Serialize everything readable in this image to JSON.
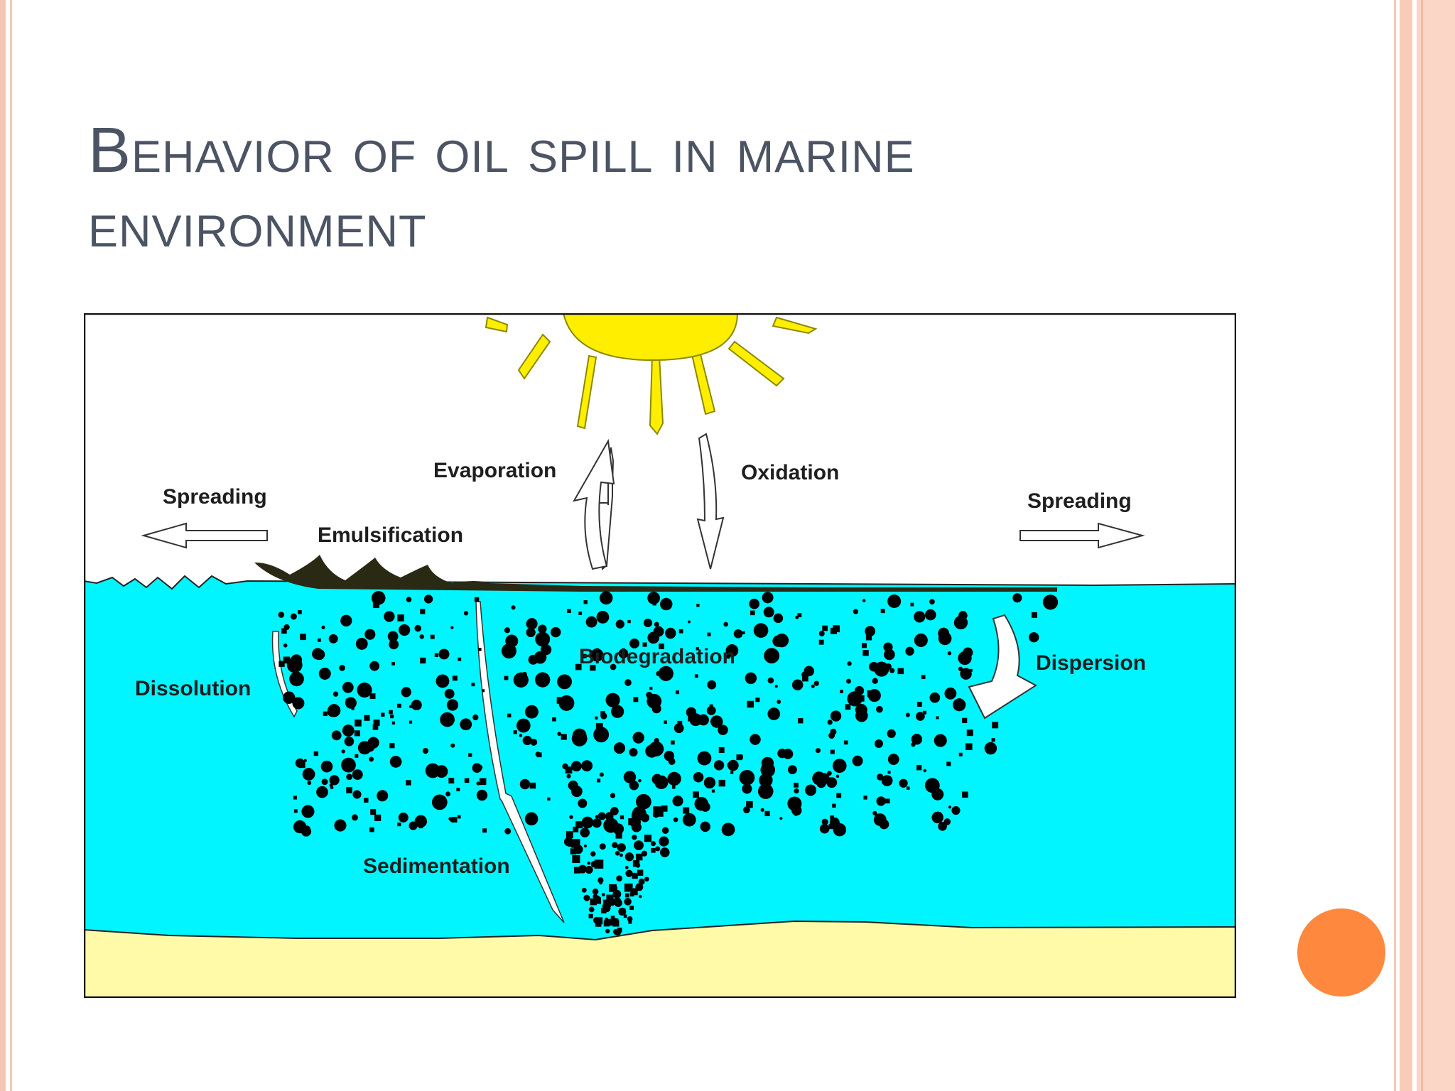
{
  "slide": {
    "title_line1": "Behavior of oil spill in marine",
    "title_line2": "environment"
  },
  "diagram": {
    "labels": {
      "spreading_left": "Spreading",
      "spreading_right": "Spreading",
      "emulsification": "Emulsification",
      "evaporation": "Evaporation",
      "oxidation": "Oxidation",
      "dissolution": "Dissolution",
      "biodegradation": "Biodegradation",
      "dispersion": "Dispersion",
      "sedimentation": "Sedimentation"
    },
    "colors": {
      "sky": "#ffffff",
      "sea": "#00f5ff",
      "sand": "#fffaa8",
      "sun": "#ffee00",
      "oil": "#2a2a14",
      "droplets": "#000000"
    }
  },
  "theme": {
    "edge_color": "#f9c7b5",
    "accent_dot": "#fd883e",
    "title_color": "#4c5464"
  }
}
